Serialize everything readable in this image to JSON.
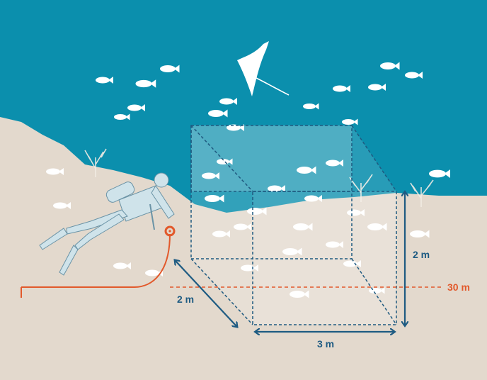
{
  "diagram": {
    "labels": {
      "height": "2 m",
      "depth": "2 m",
      "width": "3 m",
      "transect_depth": "30 m"
    },
    "colors": {
      "water": "#0b8fad",
      "seabed": "#e3d9cd",
      "box_edge": "#1f5a80",
      "arrow": "#1e5b82",
      "transect": "#e2592b",
      "diver": "#cfe3ea",
      "fish": "#ffffff"
    },
    "icons": {
      "diver": "scuba-diver-icon",
      "manta": "manta-ray-icon",
      "fish": "fish-icon",
      "coral": "coral-icon",
      "reel": "reel-icon"
    }
  }
}
